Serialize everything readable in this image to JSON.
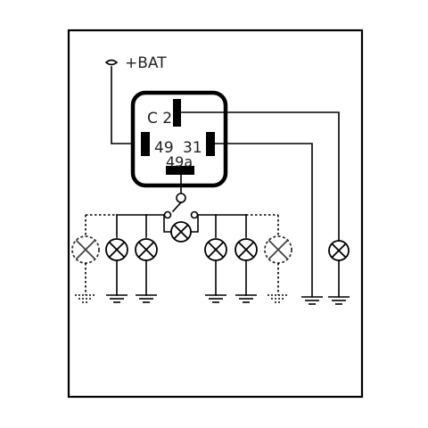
{
  "labels": {
    "battery": "+BAT",
    "terminal_c2": "C 2",
    "terminal_49": "49",
    "terminal_31": "31",
    "terminal_49a": "49a"
  },
  "icons": {
    "battery_terminal": "battery-terminal-icon",
    "lamp": "lamp-icon",
    "ground": "ground-icon",
    "relay": "flasher-relay-icon"
  },
  "colors": {
    "line": "#000000",
    "background": "#ffffff"
  }
}
